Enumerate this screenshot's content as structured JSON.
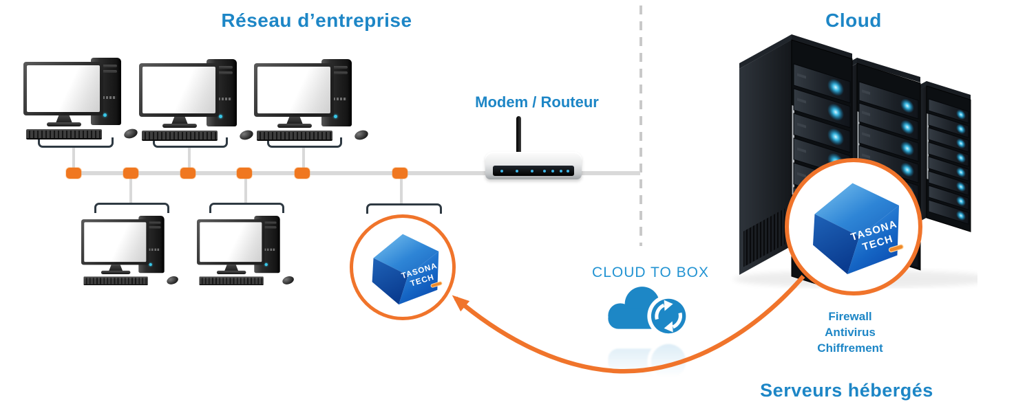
{
  "diagram": {
    "network_title": "Réseau d’entreprise",
    "cloud_title": "Cloud",
    "modem_label": "Modem / Routeur",
    "cloud_to_box_label": "CLOUD TO BOX",
    "hosted_servers_label": "Serveurs hébergés",
    "security_features": [
      "Firewall",
      "Antivirus",
      "Chiffrement"
    ],
    "appliance": {
      "brand_line1": "TASONA",
      "brand_line2": "TECH"
    },
    "icons": {
      "cloud_sync": "cloud-with-refresh-arrows",
      "server_rack": "black-server-tower-with-blue-leds",
      "desktop_computer": "monitor-tower-keyboard-mouse",
      "modem_router": "white-router-with-antenna"
    },
    "colors": {
      "accent_blue": "#1d86c6",
      "accent_orange": "#f0742b",
      "connector_orange": "#f0771f",
      "line_gray": "#d9d9d9",
      "bracket_dark": "#2e3942"
    }
  }
}
